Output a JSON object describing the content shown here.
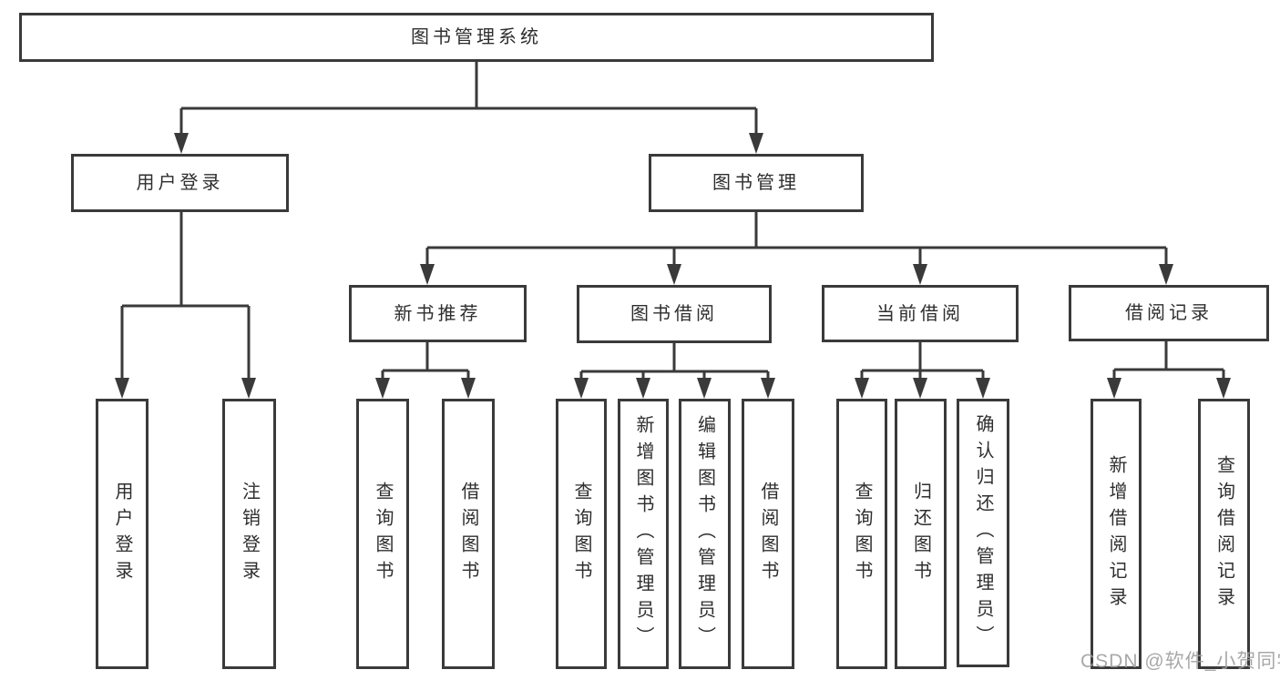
{
  "diagram": {
    "title_node": {
      "label": "图书管理系统"
    },
    "level2": [
      {
        "id": "user-login",
        "label": "用户登录"
      },
      {
        "id": "book-management",
        "label": "图书管理"
      }
    ],
    "level3": [
      {
        "id": "new-book-recommend",
        "label": "新书推荐",
        "parent": "图书管理"
      },
      {
        "id": "book-borrowing",
        "label": "图书借阅",
        "parent": "图书管理"
      },
      {
        "id": "current-borrowing",
        "label": "当前借阅",
        "parent": "图书管理"
      },
      {
        "id": "borrowing-records",
        "label": "借阅记录",
        "parent": "图书管理"
      }
    ],
    "leaves": [
      {
        "label": "用户登录",
        "parent": "用户登录"
      },
      {
        "label": "注销登录",
        "parent": "用户登录"
      },
      {
        "label": "查询图书",
        "parent": "新书推荐"
      },
      {
        "label": "借阅图书",
        "parent": "新书推荐"
      },
      {
        "label": "查询图书",
        "parent": "图书借阅"
      },
      {
        "label": "新增图书（管理员）",
        "parent": "图书借阅"
      },
      {
        "label": "编辑图书（管理员）",
        "parent": "图书借阅"
      },
      {
        "label": "借阅图书",
        "parent": "图书借阅"
      },
      {
        "label": "查询图书",
        "parent": "当前借阅"
      },
      {
        "label": "归还图书",
        "parent": "当前借阅"
      },
      {
        "label": "确认归还（管理员）",
        "parent": "当前借阅"
      },
      {
        "label": "新增借阅记录",
        "parent": "借阅记录"
      },
      {
        "label": "查询借阅记录",
        "parent": "借阅记录"
      }
    ],
    "line_color": "#3a3a3a"
  },
  "watermark": {
    "text": "CSDN @软件_小贺同学"
  }
}
